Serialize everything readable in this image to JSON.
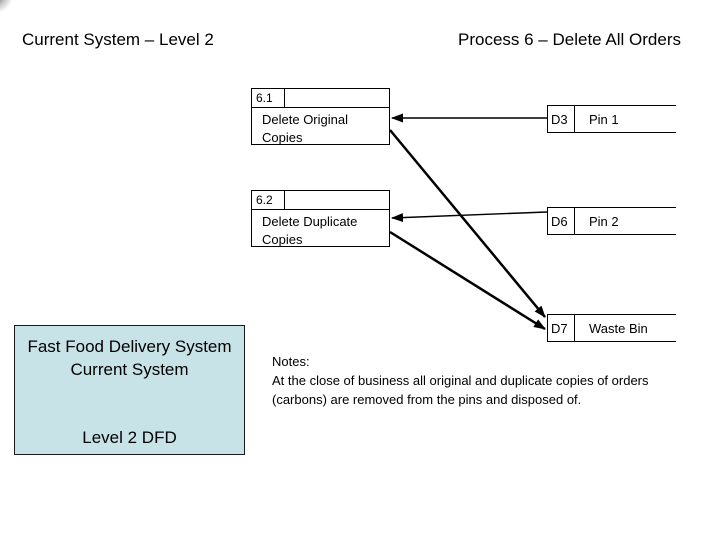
{
  "slide": {
    "title_left": "Current System – Level 2",
    "title_right": "Process 6 – Delete All Orders",
    "background_color": "#ffffff"
  },
  "diagram": {
    "processes": [
      {
        "id": "6.1",
        "label": "Delete Original Copies"
      },
      {
        "id": "6.2",
        "label": "Delete Duplicate Copies"
      }
    ],
    "data_stores": [
      {
        "id": "D3",
        "label": "Pin 1"
      },
      {
        "id": "D6",
        "label": "Pin 2"
      },
      {
        "id": "D7",
        "label": "Waste Bin"
      }
    ],
    "flows": [
      {
        "from": "D3",
        "to": "6.1"
      },
      {
        "from": "D6",
        "to": "6.2"
      },
      {
        "from": "6.1",
        "to": "D7"
      },
      {
        "from": "6.2",
        "to": "D7"
      }
    ],
    "line_color": "#000000"
  },
  "legend_box": {
    "lines": [
      "Fast Food Delivery System",
      "Current System",
      "Level 2 DFD"
    ],
    "fill_color": "#c8e3e8"
  },
  "notes": {
    "heading": "Notes:",
    "lines": [
      "At the close of business all original and duplicate copies of orders",
      "(carbons) are removed from the pins and disposed of."
    ]
  }
}
